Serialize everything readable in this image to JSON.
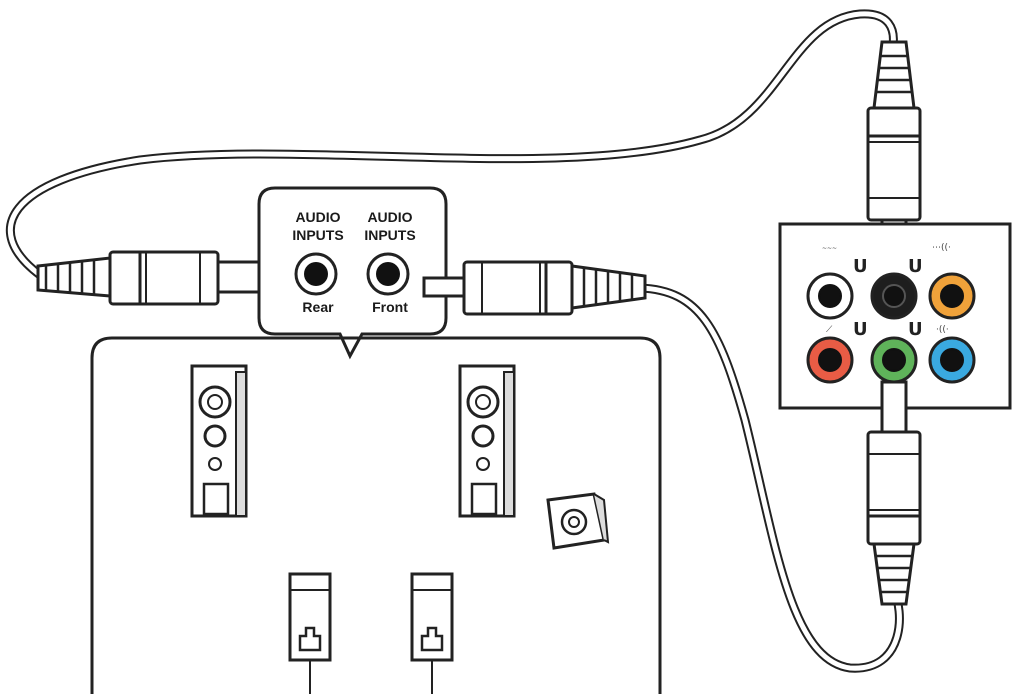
{
  "callout": {
    "rear": {
      "line1": "AUDIO",
      "line2": "INPUTS",
      "bottom": "Rear"
    },
    "front": {
      "line1": "AUDIO",
      "line2": "INPUTS",
      "bottom": "Front"
    }
  },
  "panel": {
    "jacks": [
      {
        "name": "light-blue-jack",
        "color": "#ffffff"
      },
      {
        "name": "black-jack",
        "color": "#1e1e1e"
      },
      {
        "name": "orange-jack",
        "color": "#f0a23a"
      },
      {
        "name": "pink-jack",
        "color": "#e85c45"
      },
      {
        "name": "green-jack",
        "color": "#5fb35a"
      },
      {
        "name": "blue-jack",
        "color": "#3aa9e0"
      }
    ]
  },
  "icons": {
    "speakers": [
      "front-left-speaker-icon",
      "front-right-speaker-icon",
      "subwoofer-icon",
      "rear-left-speaker-icon",
      "rear-right-speaker-icon"
    ]
  }
}
